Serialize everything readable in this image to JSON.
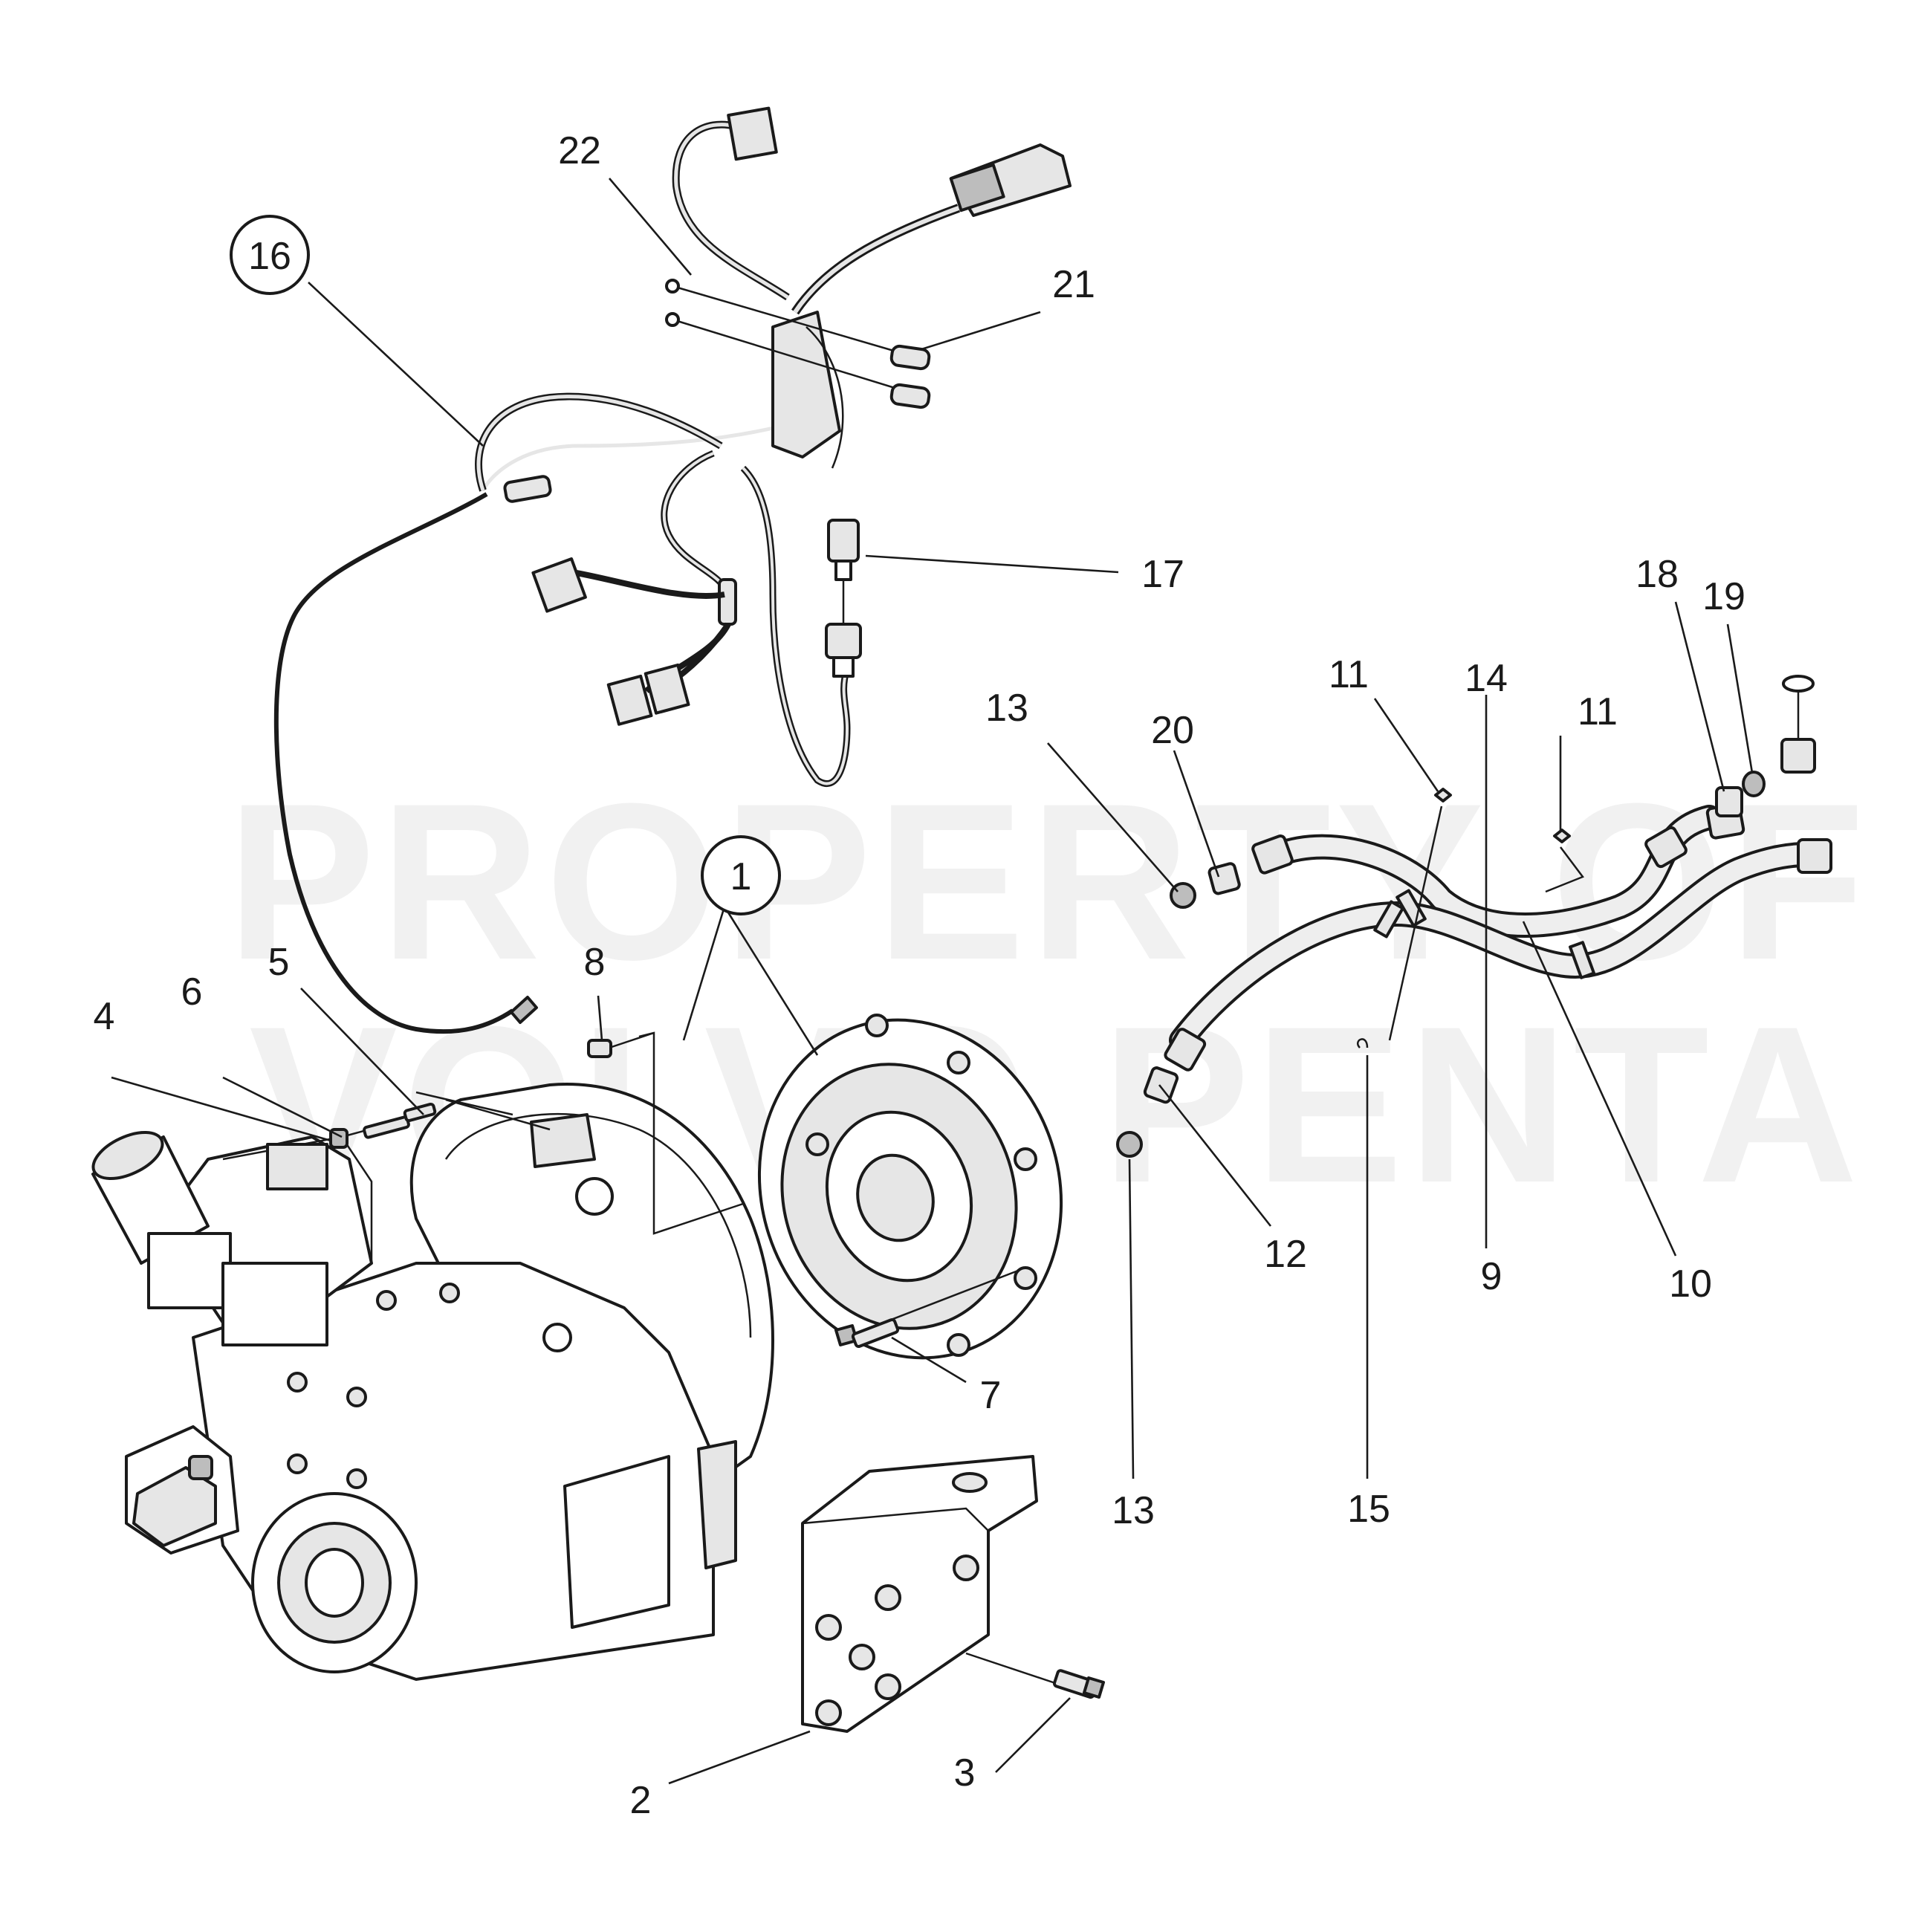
{
  "watermark": {
    "line1": "PROPERTY OF",
    "line2": "VOLVO PENTA"
  },
  "callouts": [
    {
      "id": "c1",
      "text": "1",
      "circled": true
    },
    {
      "id": "c2",
      "text": "2",
      "circled": false
    },
    {
      "id": "c3",
      "text": "3",
      "circled": false
    },
    {
      "id": "c4",
      "text": "4",
      "circled": false
    },
    {
      "id": "c5",
      "text": "5",
      "circled": false
    },
    {
      "id": "c6",
      "text": "6",
      "circled": false
    },
    {
      "id": "c7",
      "text": "7",
      "circled": false
    },
    {
      "id": "c8",
      "text": "8",
      "circled": false
    },
    {
      "id": "c9",
      "text": "9",
      "circled": false
    },
    {
      "id": "c10",
      "text": "10",
      "circled": false
    },
    {
      "id": "c11a",
      "text": "11",
      "circled": false
    },
    {
      "id": "c11b",
      "text": "11",
      "circled": false
    },
    {
      "id": "c12",
      "text": "12",
      "circled": false
    },
    {
      "id": "c13a",
      "text": "13",
      "circled": false
    },
    {
      "id": "c13b",
      "text": "13",
      "circled": false
    },
    {
      "id": "c14",
      "text": "14",
      "circled": false
    },
    {
      "id": "c15",
      "text": "15",
      "circled": false
    },
    {
      "id": "c16",
      "text": "16",
      "circled": true
    },
    {
      "id": "c17",
      "text": "17",
      "circled": false
    },
    {
      "id": "c18",
      "text": "18",
      "circled": false
    },
    {
      "id": "c19",
      "text": "19",
      "circled": false
    },
    {
      "id": "c20",
      "text": "20",
      "circled": false
    },
    {
      "id": "c21",
      "text": "21",
      "circled": false
    },
    {
      "id": "c22",
      "text": "22",
      "circled": false
    }
  ]
}
